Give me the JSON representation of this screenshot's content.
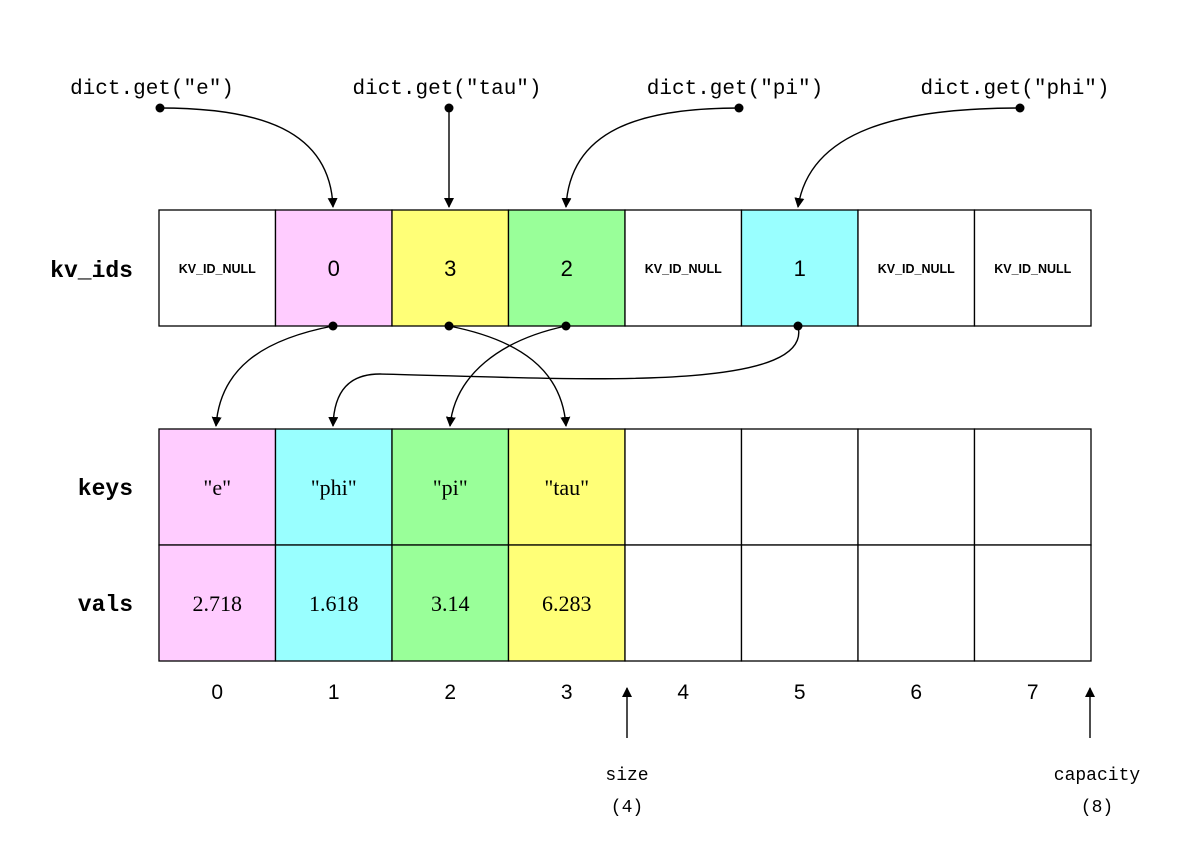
{
  "colors": {
    "pink": "#ffccff",
    "cyan": "#99ffff",
    "green": "#99ff99",
    "yellow": "#ffff77",
    "empty": "#ffffff",
    "stroke": "#000000"
  },
  "calls": [
    {
      "label": "dict.get(\"e\")"
    },
    {
      "label": "dict.get(\"tau\")"
    },
    {
      "label": "dict.get(\"pi\")"
    },
    {
      "label": "dict.get(\"phi\")"
    }
  ],
  "row_labels": {
    "kv_ids": "kv_ids",
    "keys": "keys",
    "vals": "vals"
  },
  "kv_ids": [
    {
      "value": "KV_ID_NULL",
      "null": true,
      "color": "empty"
    },
    {
      "value": "0",
      "null": false,
      "color": "pink"
    },
    {
      "value": "3",
      "null": false,
      "color": "yellow"
    },
    {
      "value": "2",
      "null": false,
      "color": "green"
    },
    {
      "value": "KV_ID_NULL",
      "null": true,
      "color": "empty"
    },
    {
      "value": "1",
      "null": false,
      "color": "cyan"
    },
    {
      "value": "KV_ID_NULL",
      "null": true,
      "color": "empty"
    },
    {
      "value": "KV_ID_NULL",
      "null": true,
      "color": "empty"
    }
  ],
  "entries": [
    {
      "key": "\"e\"",
      "val": "2.718",
      "color": "pink"
    },
    {
      "key": "\"phi\"",
      "val": "1.618",
      "color": "cyan"
    },
    {
      "key": "\"pi\"",
      "val": "3.14",
      "color": "green"
    },
    {
      "key": "\"tau\"",
      "val": "6.283",
      "color": "yellow"
    },
    {
      "key": "",
      "val": "",
      "color": "empty"
    },
    {
      "key": "",
      "val": "",
      "color": "empty"
    },
    {
      "key": "",
      "val": "",
      "color": "empty"
    },
    {
      "key": "",
      "val": "",
      "color": "empty"
    }
  ],
  "indices": [
    "0",
    "1",
    "2",
    "3",
    "4",
    "5",
    "6",
    "7"
  ],
  "markers": {
    "size": {
      "label": "size",
      "value": "(4)"
    },
    "capacity": {
      "label": "capacity",
      "value": "(8)"
    }
  }
}
